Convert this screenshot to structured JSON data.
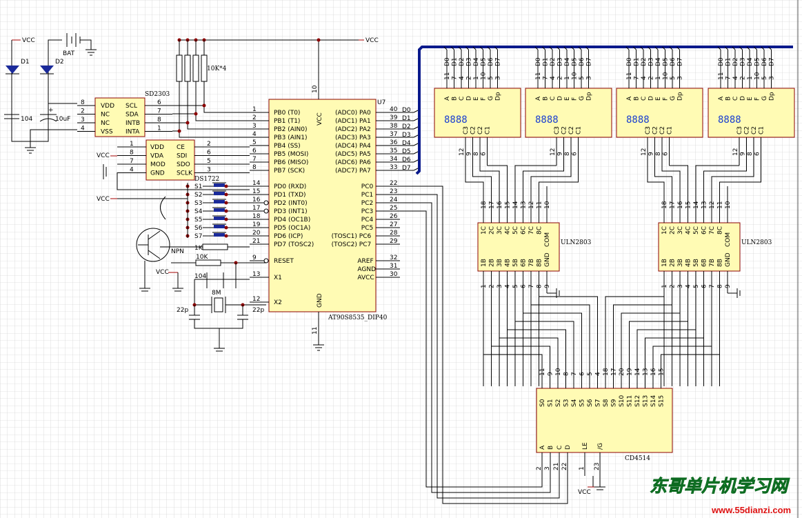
{
  "watermark": {
    "title": "东哥单片机学习网",
    "url": "www.55dianzi.com"
  },
  "power": {
    "vcc": "VCC",
    "bat": "BAT"
  },
  "components": {
    "d1": "D1",
    "d2": "D2",
    "cap104": "104",
    "cap10uf": "10uF",
    "plus": "+",
    "res10k4": "10K*4",
    "npn": "NPN",
    "r1k": "1K",
    "r10k": "10K",
    "c104b": "104",
    "xtal": "8M",
    "c22a": "22p",
    "c22b": "22p",
    "ds": "DS1722",
    "switches": [
      "S1",
      "S2",
      "S3",
      "S4",
      "S5",
      "S6",
      "S7"
    ]
  },
  "sd2303": {
    "name": "SD2303",
    "left": [
      {
        "n": "8",
        "t": "VDD"
      },
      {
        "n": "2",
        "t": "NC"
      },
      {
        "n": "3",
        "t": "NC"
      },
      {
        "n": "4",
        "t": "VSS"
      }
    ],
    "right": [
      {
        "n": "6",
        "t": "SCL"
      },
      {
        "n": "7",
        "t": "SDA"
      },
      {
        "n": "8",
        "t": "INTB"
      },
      {
        "n": "1",
        "t": "INTA"
      }
    ]
  },
  "ds1722": {
    "left": [
      {
        "n": "1",
        "t": "VDD"
      },
      {
        "n": "8",
        "t": "VDA"
      },
      {
        "n": "7",
        "t": "MOD"
      },
      {
        "n": "4",
        "t": "GND"
      }
    ],
    "right": [
      {
        "n": "2",
        "t": "CE"
      },
      {
        "n": "6",
        "t": "SDI"
      },
      {
        "n": "5",
        "t": "SDO"
      },
      {
        "n": "3",
        "t": "SCLK"
      }
    ]
  },
  "mcu": {
    "ref": "U7",
    "name": "AT90S8535_DIP40",
    "vcc_label": "VCC",
    "vcc_pin": "10",
    "gnd_label": "GND",
    "gnd_pin": "11",
    "left": [
      {
        "n": "1",
        "t": "PB0 (T0)"
      },
      {
        "n": "2",
        "t": "PB1 (T1)"
      },
      {
        "n": "3",
        "t": "PB2 (AIN0)"
      },
      {
        "n": "4",
        "t": "PB3 (AIN1)"
      },
      {
        "n": "5",
        "t": "PB4 (SS)"
      },
      {
        "n": "6",
        "t": "PB5 (MOSI)"
      },
      {
        "n": "7",
        "t": "PB6 (MISO)"
      },
      {
        "n": "8",
        "t": "PB7 (SCK)"
      },
      {
        "n": "14",
        "t": "PD0 (RXD)"
      },
      {
        "n": "15",
        "t": "PD1 (TXD)"
      },
      {
        "n": "16",
        "t": "PD2 (INT0)"
      },
      {
        "n": "17",
        "t": "PD3 (INT1)"
      },
      {
        "n": "18",
        "t": "PD4 (OC1B)"
      },
      {
        "n": "19",
        "t": "PD5 (OC1A)"
      },
      {
        "n": "20",
        "t": "PD6 (ICP)"
      },
      {
        "n": "21",
        "t": "PD7 (TOSC2)"
      },
      {
        "n": "9",
        "t": "RESET"
      },
      {
        "n": "13",
        "t": "X1"
      },
      {
        "n": "12",
        "t": "X2"
      }
    ],
    "right": [
      {
        "n": "40",
        "t": "(ADC0) PA0",
        "d": "D0"
      },
      {
        "n": "39",
        "t": "(ADC1) PA1",
        "d": "D1"
      },
      {
        "n": "38",
        "t": "(ADC2) PA2",
        "d": "D2"
      },
      {
        "n": "37",
        "t": "(ADC3) PA3",
        "d": "D3"
      },
      {
        "n": "36",
        "t": "(ADC4) PA4",
        "d": "D4"
      },
      {
        "n": "35",
        "t": "(ADC5) PA5",
        "d": "D5"
      },
      {
        "n": "34",
        "t": "(ADC6) PA6",
        "d": "D6"
      },
      {
        "n": "33",
        "t": "(ADC7) PA7",
        "d": "D7"
      },
      {
        "n": "22",
        "t": "PC0"
      },
      {
        "n": "23",
        "t": "PC1"
      },
      {
        "n": "24",
        "t": "PC2"
      },
      {
        "n": "25",
        "t": "PC3"
      },
      {
        "n": "26",
        "t": "PC4"
      },
      {
        "n": "27",
        "t": "PC5"
      },
      {
        "n": "28",
        "t": "(TOSC1) PC6"
      },
      {
        "n": "29",
        "t": "(TOSC2) PC7"
      },
      {
        "n": "32",
        "t": "AREF"
      },
      {
        "n": "31",
        "t": "AGND"
      },
      {
        "n": "30",
        "t": "AVCC"
      }
    ]
  },
  "display": {
    "data_labels": [
      "D0",
      "D1",
      "D2",
      "D3",
      "D4",
      "D5",
      "D6",
      "D7"
    ],
    "top_pins": [
      "11",
      "7",
      "4",
      "2",
      "1",
      "10",
      "5",
      "3"
    ],
    "segs": [
      "A",
      "B",
      "C",
      "D",
      "E",
      "F",
      "G",
      "Dp"
    ],
    "commons": [
      "C3",
      "C2",
      "C2",
      "C1"
    ],
    "bottom_pins": [
      "12",
      "9",
      "8",
      "6"
    ],
    "digits": "8888"
  },
  "uln": {
    "name": "ULN2803",
    "top_pins": [
      "18",
      "17",
      "16",
      "15",
      "14",
      "13",
      "12",
      "11",
      "10"
    ],
    "top_labels": [
      "1C",
      "2C",
      "3C",
      "4C",
      "5C",
      "6C",
      "7C",
      "8C",
      "COM"
    ],
    "bot_labels": [
      "1B",
      "2B",
      "3B",
      "4B",
      "5B",
      "6B",
      "7B",
      "8B",
      "GND"
    ],
    "bot_pins": [
      "1",
      "2",
      "3",
      "4",
      "5",
      "6",
      "7",
      "8",
      "9"
    ]
  },
  "cd4514": {
    "name": "CD4514",
    "top_pins": [
      "11",
      "9",
      "10",
      "8",
      "7",
      "6",
      "5",
      "4",
      "18",
      "17",
      "20",
      "19",
      "14",
      "13",
      "16",
      "15"
    ],
    "outputs": [
      "S0",
      "S1",
      "S2",
      "S3",
      "S4",
      "S5",
      "S6",
      "S7",
      "S8",
      "S9",
      "S10",
      "S11",
      "S12",
      "S13",
      "S14",
      "S15"
    ],
    "inputs": [
      "A",
      "B",
      "C",
      "D",
      "LE",
      "/G"
    ],
    "input_pins": [
      "2",
      "3",
      "21",
      "22",
      "1",
      "23"
    ]
  }
}
